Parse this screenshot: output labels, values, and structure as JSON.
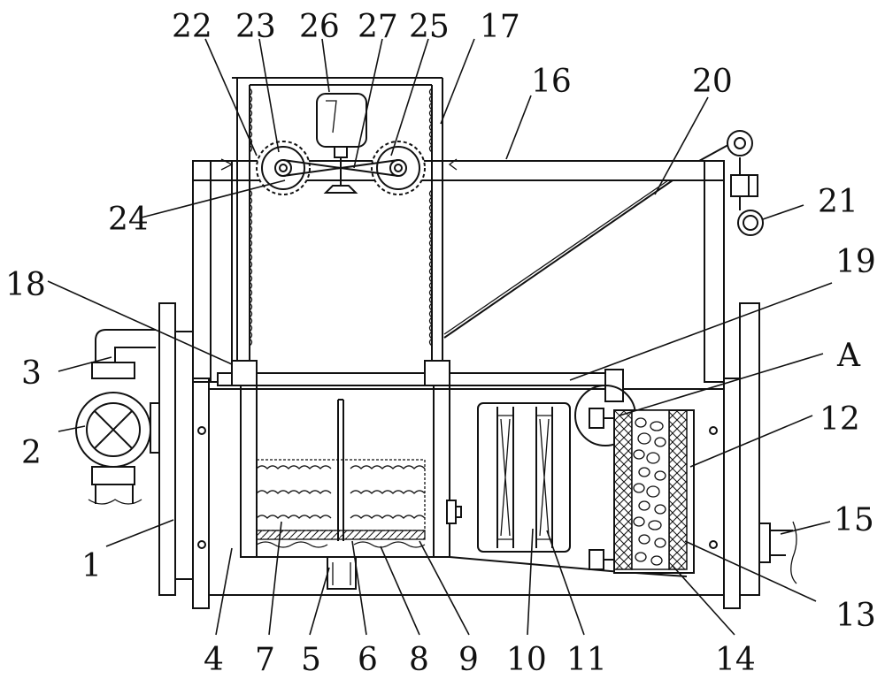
{
  "callouts": {
    "c22": "22",
    "c23": "23",
    "c26": "26",
    "c27": "27",
    "c25": "25",
    "c17": "17",
    "c16": "16",
    "c20": "20",
    "c21": "21",
    "c24": "24",
    "c18": "18",
    "c19": "19",
    "cA": "A",
    "c3": "3",
    "c12": "12",
    "c2": "2",
    "c15": "15",
    "c1": "1",
    "c13": "13",
    "c4": "4",
    "c7": "7",
    "c5": "5",
    "c6": "6",
    "c8": "8",
    "c9": "9",
    "c10": "10",
    "c11": "11",
    "c14": "14"
  }
}
